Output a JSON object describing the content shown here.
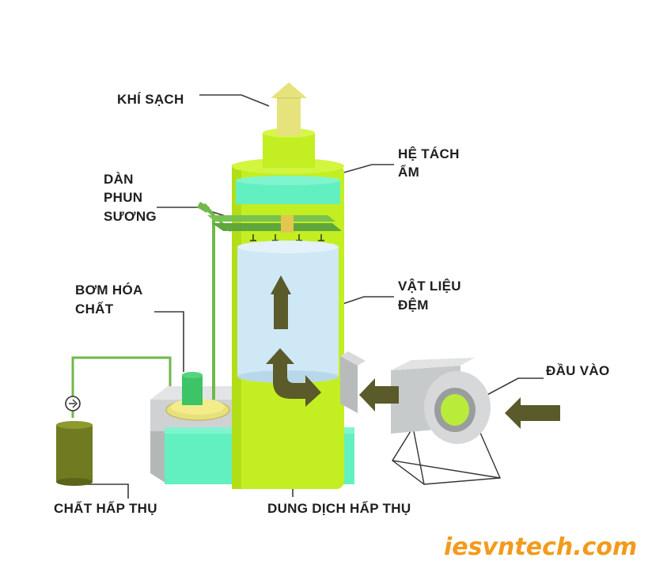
{
  "labels": {
    "clean_air": "KHÍ SẠCH",
    "demister_line1": "HỆ TÁCH",
    "demister_line2": "ẨM",
    "spray_line1": "DÀN",
    "spray_line2": "PHUN",
    "spray_line3": "SƯƠNG",
    "pump_line1": "BƠM HÓA",
    "pump_line2": "CHẤT",
    "packing_line1": "VẬT LIỆU",
    "packing_line2": "ĐỆM",
    "inlet": "ĐẦU VÀO",
    "absorbent": "CHẤT HẤP THỤ",
    "solution": "DUNG DỊCH HẤP THỤ"
  },
  "watermark": "iesvntech.com",
  "colors": {
    "tower": "#c3ee22",
    "tower_edge": "#9cc818",
    "aqua": "#63f0c0",
    "packing": "#cfe8f5",
    "arrow": "#5a5a2a",
    "pipe": "#6fb84a",
    "chimney": "#e3e07a",
    "tank": "#6f7a21",
    "box": "#c9cbcc",
    "watermark": "#f39a1c"
  }
}
